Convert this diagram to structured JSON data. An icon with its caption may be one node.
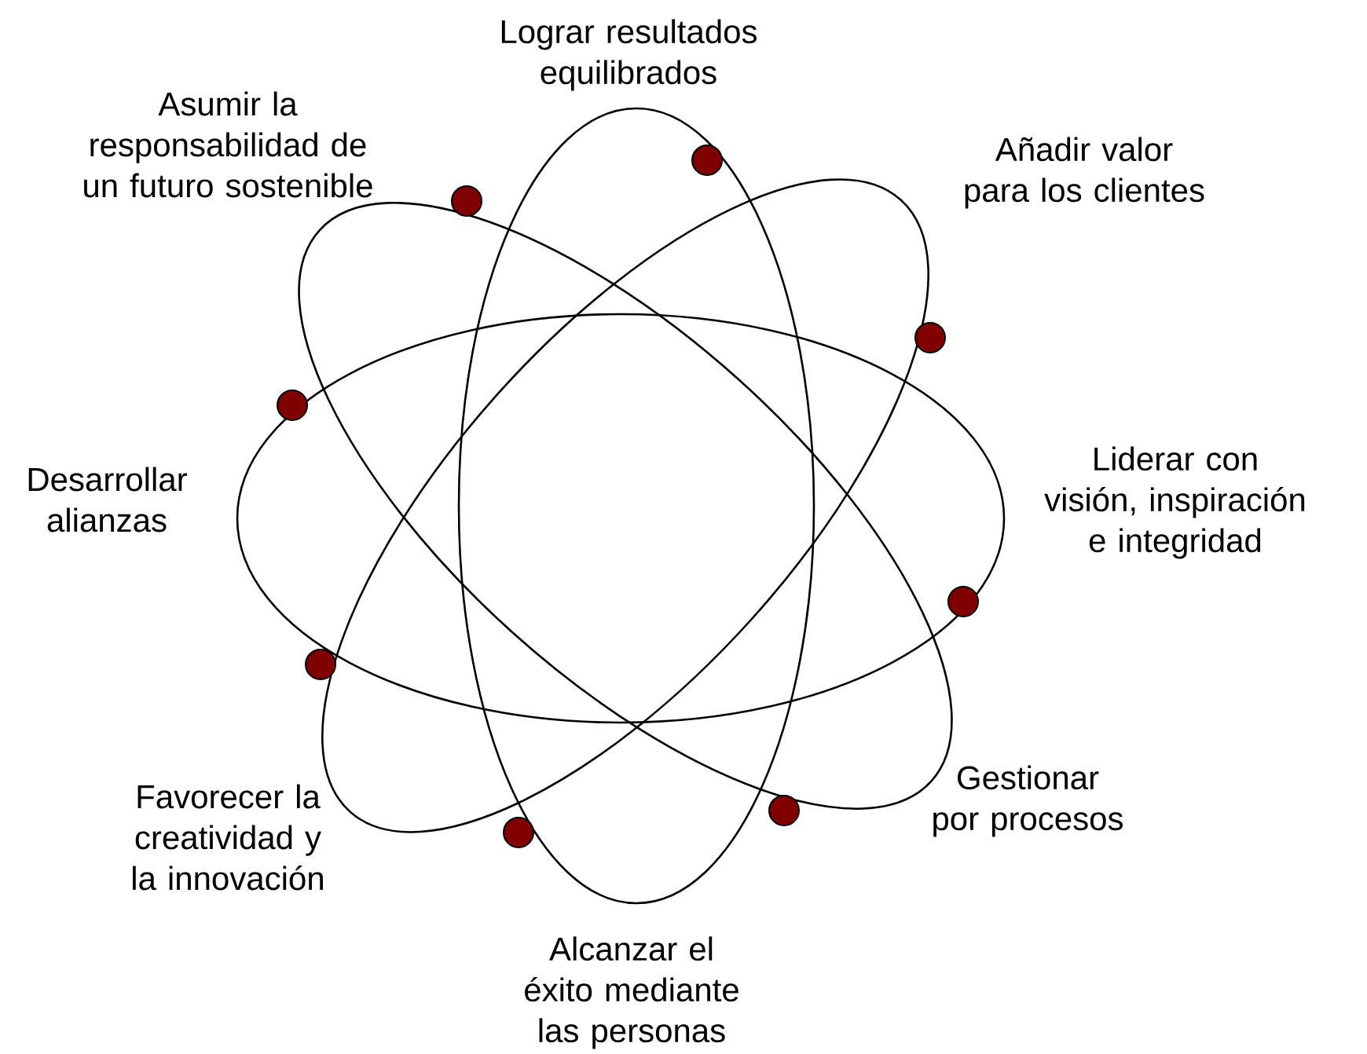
{
  "diagram": {
    "labels": [
      "Lograr resultados equilibrados",
      "Asumir la responsabilidad de un futuro sostenible",
      "Añadir valor para los clientes",
      "Desarrollar alianzas",
      "Liderar con visión, inspiración e integridad",
      "Gestionar por procesos",
      "Favorecer la creatividad y la innovación",
      "Alcanzar el éxito mediante las personas"
    ]
  }
}
